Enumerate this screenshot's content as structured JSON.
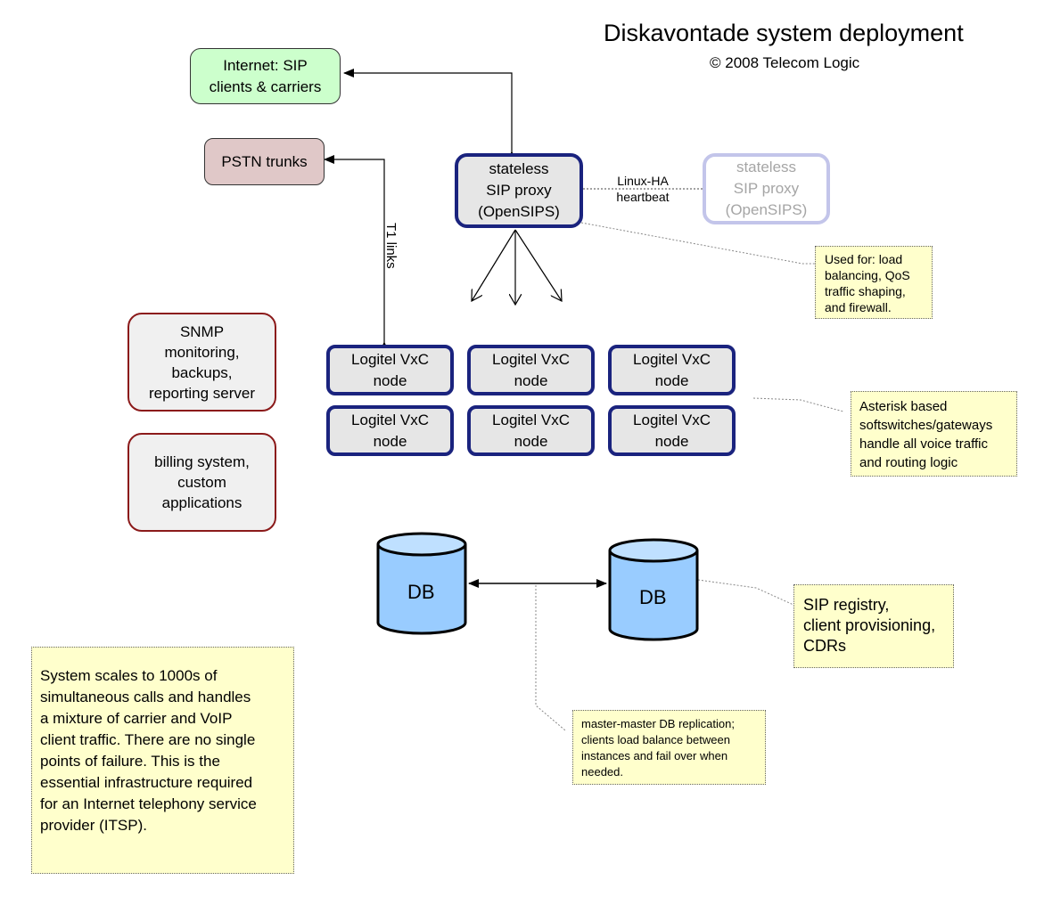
{
  "title": "Diskavontade system deployment",
  "copyright": "© 2008 Telecom Logic",
  "internet": {
    "line1": "Internet: SIP",
    "line2": "clients & carriers"
  },
  "pstn": "PSTN trunks",
  "t1_label": "T1 links",
  "proxy": {
    "line1": "stateless",
    "line2": "SIP proxy",
    "line3": "(OpenSIPS)"
  },
  "proxy_standby": {
    "line1": "stateless",
    "line2": "SIP proxy",
    "line3": "(OpenSIPS)"
  },
  "heartbeat": {
    "line1": "Linux-HA",
    "line2": "heartbeat"
  },
  "proxy_note": {
    "lines": [
      "Used for: load",
      "balancing, QoS",
      "traffic shaping,",
      "and firewall."
    ]
  },
  "nodes": [
    {
      "line1": "Logitel VxC",
      "line2": "node"
    },
    {
      "line1": "Logitel VxC",
      "line2": "node"
    },
    {
      "line1": "Logitel VxC",
      "line2": "node"
    },
    {
      "line1": "Logitel VxC",
      "line2": "node"
    },
    {
      "line1": "Logitel VxC",
      "line2": "node"
    },
    {
      "line1": "Logitel VxC",
      "line2": "node"
    }
  ],
  "nodes_note": {
    "lines": [
      "Asterisk based",
      "softswitches/gateways",
      "handle all voice traffic",
      "and routing logic"
    ]
  },
  "snmp": {
    "lines": [
      "SNMP",
      "monitoring,",
      "backups,",
      "reporting server"
    ]
  },
  "billing": {
    "lines": [
      "billing system,",
      "custom",
      "applications"
    ]
  },
  "db1": "DB",
  "db2": "DB",
  "db_note": {
    "lines": [
      "SIP registry,",
      "client provisioning,",
      "CDRs"
    ]
  },
  "replication_note": {
    "lines": [
      "master-master DB replication;",
      "clients load balance between",
      "instances and fail over when",
      "needed."
    ]
  },
  "summary_note": {
    "lines": [
      "System scales to 1000s of",
      "simultaneous calls and handles",
      "a mixture of carrier and VoIP",
      "client traffic.  There are no single",
      "points of failure.  This is the",
      "essential infrastructure required",
      "for an Internet telephony service",
      "provider (ITSP)."
    ]
  },
  "colors": {
    "proxy_border": "#1a237e",
    "standby_border": "#c3c5ea",
    "internet_fill": "#ccffcc",
    "pstn_fill": "#e0c8c8",
    "server_border": "#8b1a1a",
    "note_fill": "#ffffcc",
    "db_fill": "#99ccff"
  }
}
